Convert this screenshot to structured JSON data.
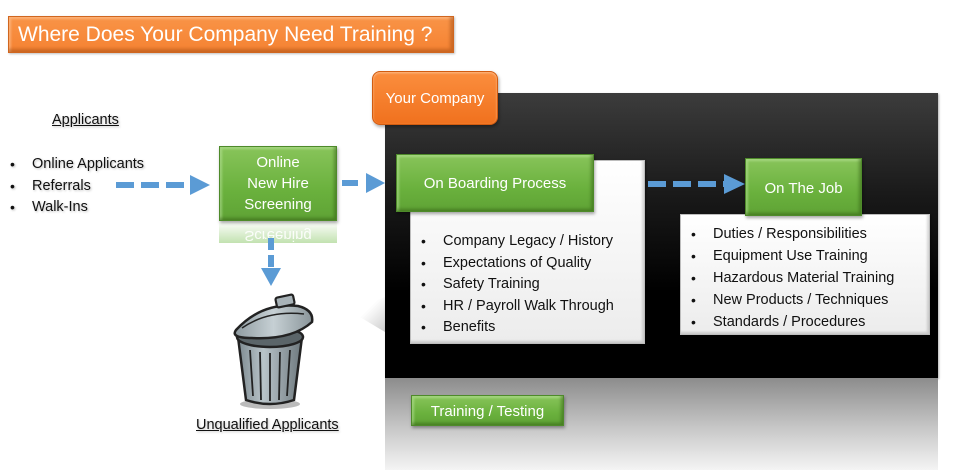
{
  "title": "Where Does Your Company Need Training ?",
  "applicants": {
    "heading": "Applicants",
    "items": [
      "Online Applicants",
      "Referrals",
      "Walk-Ins"
    ]
  },
  "screening": {
    "lines": [
      "Online",
      "New Hire",
      "Screening"
    ],
    "reflection": "Screening"
  },
  "unqualified": {
    "label": "Unqualified Applicants",
    "icon": "trash-can-icon"
  },
  "company": {
    "tab_label": "Your Company",
    "onboarding": {
      "label": "On Boarding Process",
      "items": [
        "Company Legacy / History",
        "Expectations of Quality",
        "Safety Training",
        "HR / Payroll Walk Through",
        "Benefits"
      ]
    },
    "on_the_job": {
      "label": "On The Job",
      "items": [
        "Duties / Responsibilities",
        "Equipment Use Training",
        "Hazardous Material Training",
        "New Products / Techniques",
        "Standards / Procedures"
      ]
    },
    "training": {
      "label": "Training / Testing"
    }
  },
  "colors": {
    "orange_accent": "#f58232",
    "green_box": "#6ab13d",
    "arrow_blue": "#5b9bd5",
    "panel_black": "#000000"
  }
}
